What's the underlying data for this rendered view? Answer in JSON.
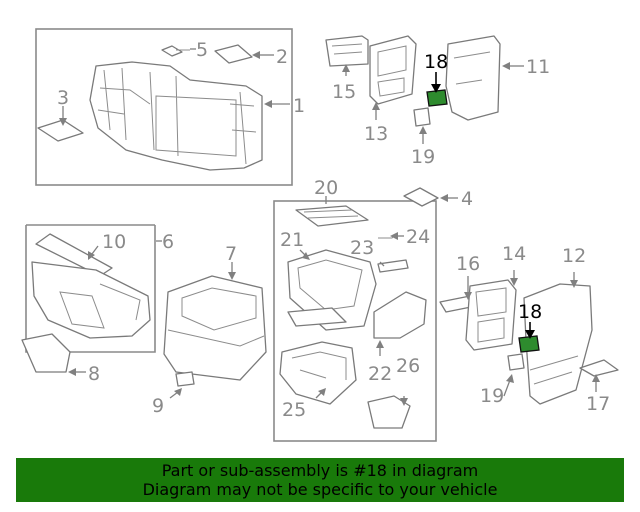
{
  "diagram": {
    "callouts": {
      "c1": "1",
      "c2": "2",
      "c3": "3",
      "c4": "4",
      "c5": "5",
      "c6": "6",
      "c7": "7",
      "c8": "8",
      "c9": "9",
      "c10": "10",
      "c11": "11",
      "c12": "12",
      "c13": "13",
      "c14": "14",
      "c15": "15",
      "c16": "16",
      "c17": "17",
      "c18a": "18",
      "c18b": "18",
      "c19a": "19",
      "c19b": "19",
      "c20": "20",
      "c21": "21",
      "c22": "22",
      "c23": "23",
      "c24": "24",
      "c25": "25",
      "c26": "26"
    },
    "highlighted_part": "18",
    "highlight_color": "#2e8b2e"
  },
  "banner": {
    "line1": "Part or sub-assembly is #18 in diagram",
    "line2": "Diagram may not be specific to your vehicle",
    "background": "#197a0a"
  }
}
